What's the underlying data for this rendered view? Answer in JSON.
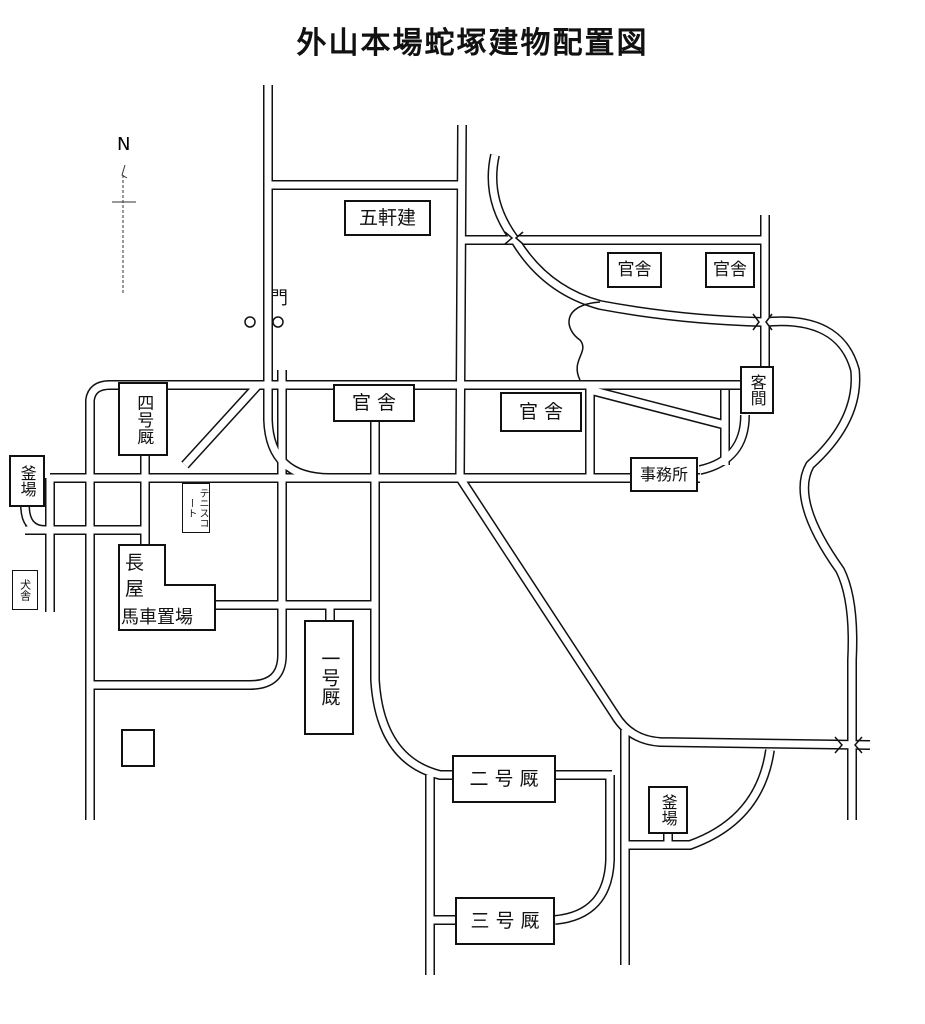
{
  "title": "外山本場蛇塚建物配置図",
  "compass": {
    "north_label": "N"
  },
  "gate_label": "門",
  "buildings": {
    "gokenken": "五軒建",
    "kansha_ne1": "官舎",
    "kansha_ne2": "官舎",
    "kansha_center": "官 舎",
    "kansha_mid": "官 舎",
    "kyakuma": "客間",
    "jimusho": "事務所",
    "yongo_kyu": "四号厩",
    "kamaba_west": "釜場",
    "tennis_court": "テニスコート",
    "kensha": "犬舎",
    "nagaya_1": "長",
    "nagaya_2": "屋",
    "bashaokiba": "馬車置場",
    "ichigo_kyu": "一号厩",
    "nigo_kyu": "二 号 厩",
    "kamaba_south": "釜場",
    "sango_kyu": "三 号 厩"
  }
}
